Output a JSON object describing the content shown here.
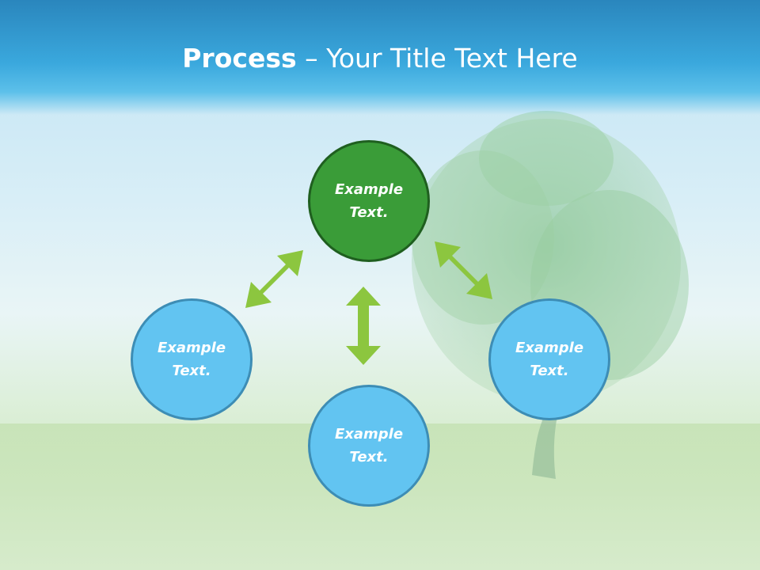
{
  "title": {
    "bold": "Process",
    "rest": " – Your Title Text Here"
  },
  "colors": {
    "header": "#3aa8dd",
    "center_node": "#3a9c38",
    "outer_node": "#62c4f1",
    "arrow": "#8cc63f"
  },
  "nodes": [
    {
      "label": "Example\nText."
    },
    {
      "label": "Example\nText."
    },
    {
      "label": "Example\nText."
    },
    {
      "label": "Example\nText."
    }
  ]
}
